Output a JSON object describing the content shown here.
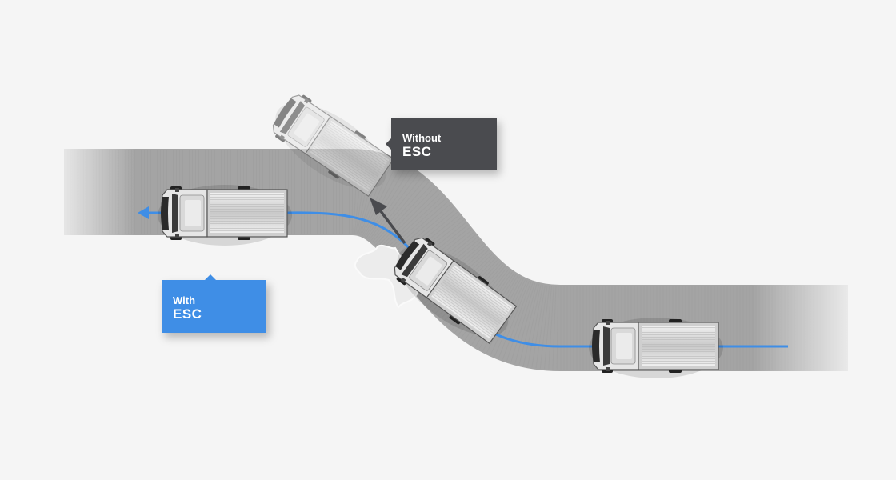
{
  "callouts": {
    "without": {
      "line1": "Without",
      "line2": "ESC"
    },
    "with": {
      "line1": "With",
      "line2": "ESC"
    }
  },
  "colors": {
    "background": "#f5f5f5",
    "road": "#a4a4a4",
    "with_esc": "#3f8ee6",
    "without_esc": "#4a4b4f",
    "vehicle": "#e8e8e8",
    "ghost_vehicle": "#b8b8b8"
  },
  "icons": [
    "pickup-truck-icon",
    "trajectory-arrow-icon",
    "skid-spray-icon"
  ]
}
